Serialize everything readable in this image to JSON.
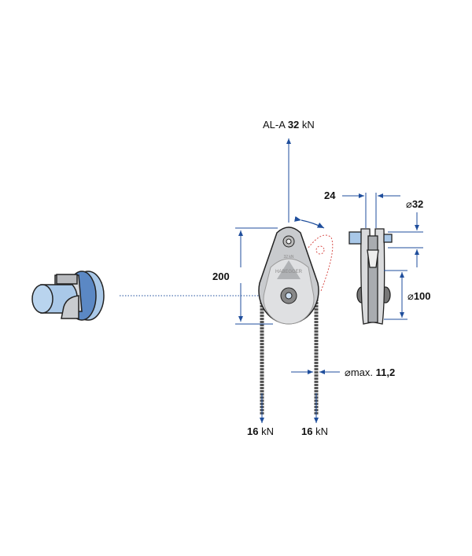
{
  "labels": {
    "load_prefix": "AL-A",
    "load_value": "32",
    "load_unit": "kN",
    "height_dim": "200",
    "width_dim": "24",
    "pin_diam_symbol": "⌀",
    "pin_diam": "32",
    "sheave_diam_symbol": "⌀",
    "sheave_diam": "100",
    "rope_diam_prefix": "⌀max.",
    "rope_diam": "11,2",
    "rope_left_value": "16",
    "rope_left_unit": "kN",
    "rope_right_value": "16",
    "rope_right_unit": "kN"
  },
  "logo": {
    "rating": "32 kN",
    "brand": "HABEGGER"
  },
  "colors": {
    "dimension": "#1f4e9c",
    "metal": "#d9dadc",
    "outline": "#222222",
    "swing": "#d9534f",
    "anchor": "#a9c8e8"
  }
}
